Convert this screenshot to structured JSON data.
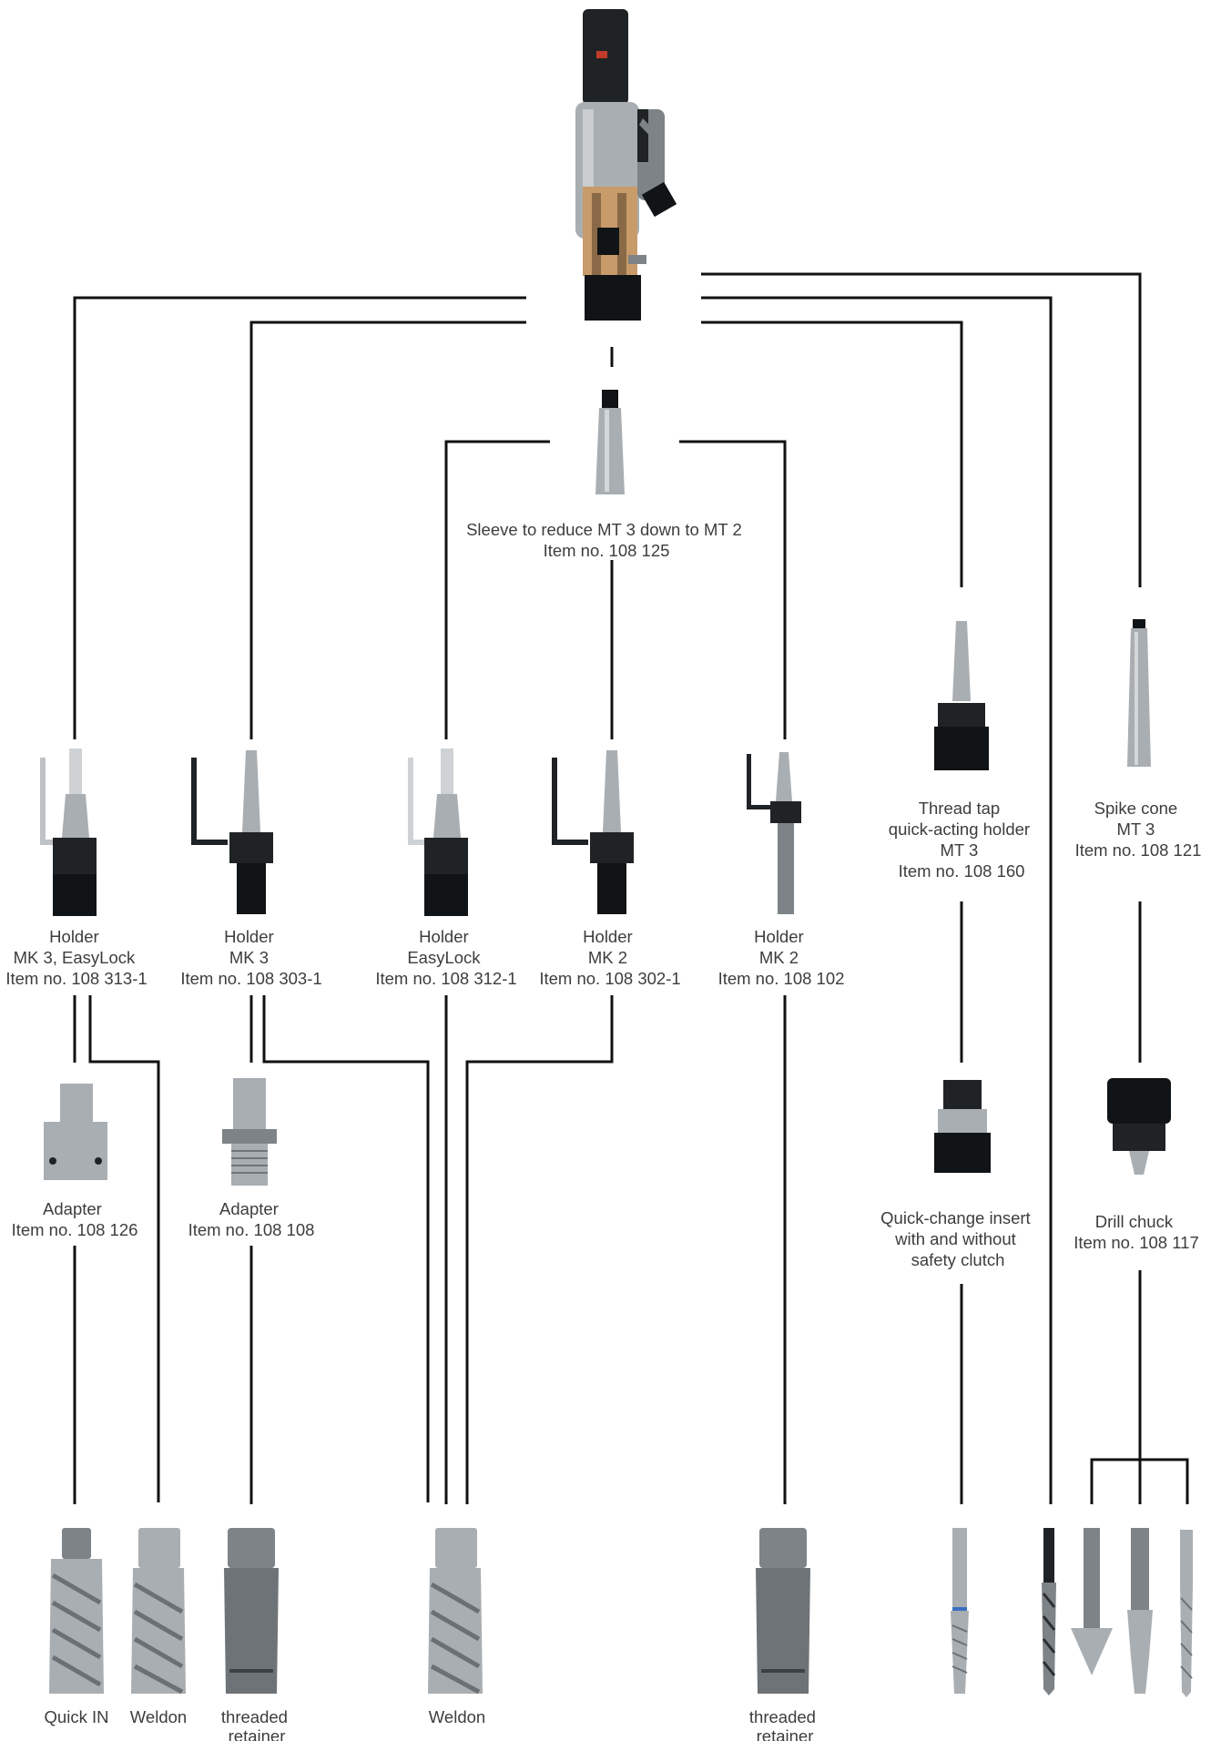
{
  "labels": {
    "sleeve": [
      "Sleeve to reduce MT 3 down to MT 2",
      "Item no. 108 125"
    ],
    "holder_easylock_mk3": [
      "Holder",
      "MK 3, EasyLock",
      "Item no. 108 313-1"
    ],
    "holder_mk3": [
      "Holder",
      "MK 3",
      "Item no. 108 303-1"
    ],
    "holder_easylock": [
      "Holder",
      "EasyLock",
      "Item no. 108 312-1"
    ],
    "holder_mk2_302": [
      "Holder",
      "MK 2",
      "Item no. 108 302-1"
    ],
    "holder_mk2_102": [
      "Holder",
      "MK 2",
      "Item no. 108 102"
    ],
    "thread_tap_holder": [
      "Thread tap",
      "quick-acting holder",
      "MT 3",
      "Item no. 108 160"
    ],
    "spike_cone": [
      "Spike cone",
      "MT 3",
      "Item no. 108 121"
    ],
    "adapter_126": [
      "Adapter",
      "Item no. 108 126"
    ],
    "adapter_108": [
      "Adapter",
      "Item no. 108 108"
    ],
    "quick_change_insert": [
      "Quick-change insert",
      "with and without",
      "safety clutch"
    ],
    "drill_chuck": [
      "Drill chuck",
      "Item no. 108 117"
    ],
    "cutter_quick_in": [
      "Quick IN"
    ],
    "cutter_weldon_1": [
      "Weldon"
    ],
    "cutter_threaded_1": [
      "threaded",
      "retainer"
    ],
    "cutter_weldon_2": [
      "Weldon"
    ],
    "cutter_threaded_2": [
      "threaded",
      "retainer"
    ]
  },
  "icons": {
    "machine": "magnetic-drill-machine-icon",
    "sleeve": "reduction-sleeve-icon",
    "holder": "tool-holder-icon",
    "adapter": "adapter-icon",
    "cutter": "core-cutter-icon",
    "tap": "thread-tap-icon",
    "drill": "twist-drill-icon"
  },
  "colors": {
    "line": "#111111",
    "text": "#3d3d3d",
    "metal": "#a9aeb2",
    "dark_part": "#1f2325"
  }
}
